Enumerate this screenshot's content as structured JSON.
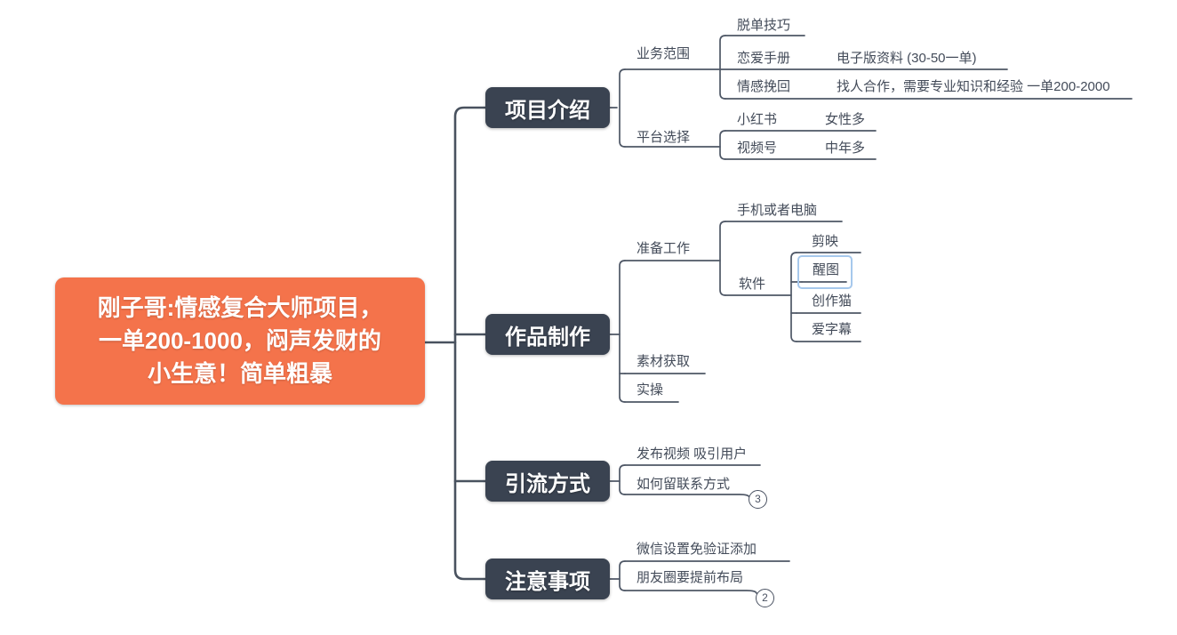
{
  "root": {
    "lines": [
      "刚子哥:情感复合大师项目，",
      "一单200-1000，闷声发财的",
      "小生意！简单粗暴"
    ]
  },
  "branches": [
    {
      "label": "项目介绍",
      "children": [
        {
          "label": "业务范围",
          "children": [
            {
              "label": "脱单技巧"
            },
            {
              "label": "恋爱手册",
              "note": "电子版资料 (30-50一单)"
            },
            {
              "label": "情感挽回",
              "note": "找人合作，需要专业知识和经验 一单200-2000"
            }
          ]
        },
        {
          "label": "平台选择",
          "children": [
            {
              "label": "小红书",
              "note": "女性多"
            },
            {
              "label": "视频号",
              "note": "中年多"
            }
          ]
        }
      ]
    },
    {
      "label": "作品制作",
      "children": [
        {
          "label": "准备工作",
          "children": [
            {
              "label": "手机或者电脑"
            },
            {
              "label": "软件",
              "children": [
                {
                  "label": "剪映"
                },
                {
                  "label": "醒图",
                  "selected": true
                },
                {
                  "label": "创作猫"
                },
                {
                  "label": "爱字幕"
                }
              ]
            }
          ]
        },
        {
          "label": "素材获取"
        },
        {
          "label": "实操"
        }
      ]
    },
    {
      "label": "引流方式",
      "children": [
        {
          "label": "发布视频 吸引用户"
        },
        {
          "label": "如何留联系方式",
          "collapsed_children_count": "3"
        }
      ]
    },
    {
      "label": "注意事项",
      "children": [
        {
          "label": "微信设置免验证添加"
        },
        {
          "label": "朋友圈要提前布局",
          "collapsed_children_count": "2"
        }
      ]
    }
  ],
  "colors": {
    "root_bg": "#F4734B",
    "branch_bg": "#3A4351",
    "line": "#49525F",
    "text": "#434B59",
    "selection_border": "#A6C8EC"
  }
}
